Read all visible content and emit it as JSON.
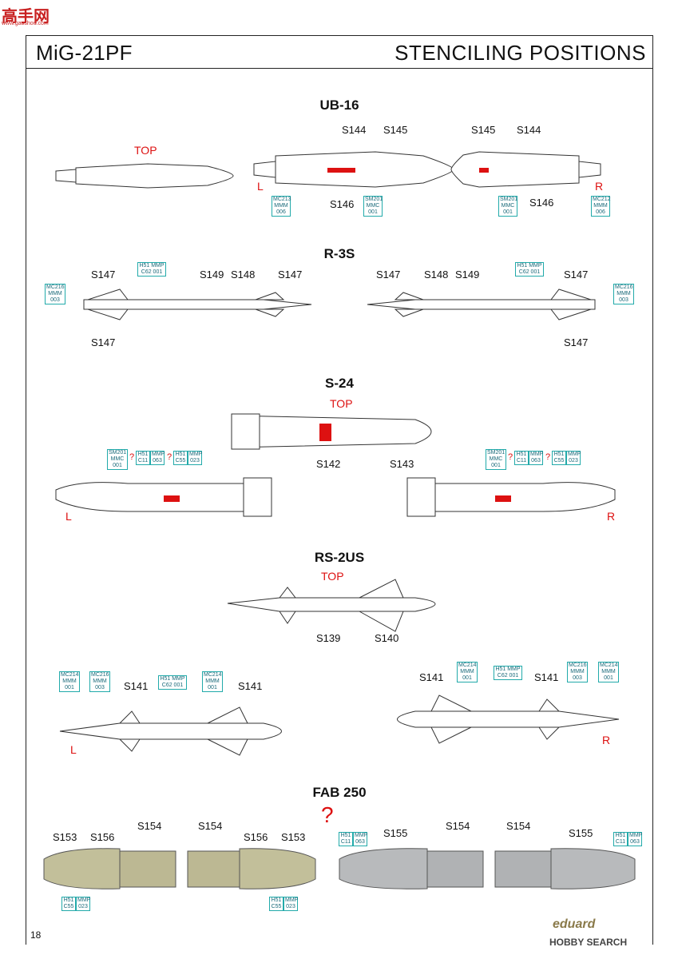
{
  "watermark": {
    "site": "高手网",
    "url": "www.gaoshou.com"
  },
  "header": {
    "model": "MiG-21PF",
    "title": "STENCILING POSITIONS"
  },
  "sections": {
    "ub16": {
      "title": "UB-16",
      "top": "TOP",
      "left": "L",
      "right": "R",
      "labels": [
        "S144",
        "S145",
        "S146",
        "S145",
        "S144",
        "S146"
      ],
      "boxes": [
        [
          "MC213",
          "MMM",
          "006"
        ],
        [
          "SM201",
          "MMC",
          "001"
        ],
        [
          "SM201",
          "MMC",
          "001"
        ],
        [
          "MC212",
          "MMM",
          "006"
        ]
      ]
    },
    "r3s": {
      "title": "R-3S",
      "labels": [
        "S147",
        "S149",
        "S148",
        "S147",
        "S147",
        "S147",
        "S148",
        "S149",
        "S147",
        "S147"
      ],
      "boxes": [
        [
          "MC216",
          "MMM",
          "003"
        ],
        [
          "H51 MMP",
          "C62 001"
        ],
        [
          "H51 MMP",
          "C62 001"
        ],
        [
          "MC216",
          "MMM",
          "003"
        ]
      ]
    },
    "s24": {
      "title": "S-24",
      "top": "TOP",
      "left": "L",
      "right": "R",
      "q": "?",
      "labels": [
        "S142",
        "S143"
      ],
      "boxes": [
        [
          "SM201",
          "MMC",
          "001"
        ],
        [
          "H51",
          "C11"
        ],
        [
          "MMP",
          "063"
        ],
        [
          "H51",
          "C55"
        ],
        [
          "MMP",
          "023"
        ],
        [
          "SM201",
          "MMC",
          "001"
        ],
        [
          "H51",
          "C11"
        ],
        [
          "MMP",
          "063"
        ],
        [
          "H51",
          "C55"
        ],
        [
          "MMP",
          "023"
        ]
      ]
    },
    "rs2us": {
      "title": "RS-2US",
      "top": "TOP",
      "left": "L",
      "right": "R",
      "labels": [
        "S139",
        "S140",
        "S141",
        "S141",
        "S141",
        "S141"
      ],
      "boxes": [
        [
          "MC214",
          "MMM",
          "001"
        ],
        [
          "MC216",
          "MMM",
          "003"
        ],
        [
          "H51 MMP",
          "C62 001"
        ],
        [
          "MC214",
          "MMM",
          "001"
        ],
        [
          "MC214",
          "MMM",
          "001"
        ],
        [
          "H51 MMP",
          "C62 001"
        ],
        [
          "MC216",
          "MMM",
          "003"
        ],
        [
          "MC214",
          "MMM",
          "001"
        ]
      ]
    },
    "fab250": {
      "title": "FAB 250",
      "q": "?",
      "labels": [
        "S153",
        "S156",
        "S154",
        "S154",
        "S156",
        "S153",
        "S155",
        "S154",
        "S154",
        "S155"
      ],
      "boxes": [
        [
          "H51",
          "C55"
        ],
        [
          "MMP",
          "023"
        ],
        [
          "H51",
          "C55"
        ],
        [
          "MMP",
          "023"
        ],
        [
          "H51",
          "C11"
        ],
        [
          "MMP",
          "063"
        ],
        [
          "H51",
          "C11"
        ],
        [
          "MMP",
          "063"
        ]
      ]
    }
  },
  "footer": {
    "page": "18",
    "brand": "eduard",
    "source": "HOBBY SEARCH"
  },
  "colors": {
    "red": "#d11111",
    "teal": "#22aaaa",
    "olive": "#c2bf9a",
    "grey": "#b8babc"
  }
}
